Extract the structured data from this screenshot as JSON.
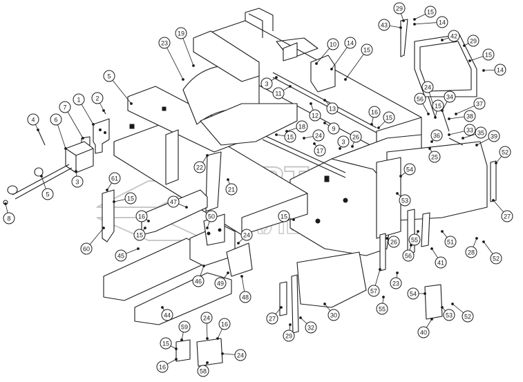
{
  "watermark": {
    "line1": "АВТО",
    "line2": "АЛЬЯНС"
  },
  "callouts": [
    {
      "id": "c1",
      "label": "29"
    },
    {
      "id": "c2",
      "label": "15"
    },
    {
      "id": "c3",
      "label": "14"
    },
    {
      "id": "c4",
      "label": "43"
    },
    {
      "id": "c5",
      "label": "42"
    },
    {
      "id": "c6",
      "label": "29"
    },
    {
      "id": "c7",
      "label": "15"
    },
    {
      "id": "c8",
      "label": "14"
    },
    {
      "id": "c9",
      "label": "19"
    },
    {
      "id": "c10",
      "label": "23"
    },
    {
      "id": "c11",
      "label": "10"
    },
    {
      "id": "c12",
      "label": "14"
    },
    {
      "id": "c13",
      "label": "15"
    },
    {
      "id": "c14",
      "label": "3"
    },
    {
      "id": "c15",
      "label": "11"
    },
    {
      "id": "c16",
      "label": "12"
    },
    {
      "id": "c17",
      "label": "13"
    },
    {
      "id": "c18",
      "label": "5"
    },
    {
      "id": "c19",
      "label": "1"
    },
    {
      "id": "c20",
      "label": "2"
    },
    {
      "id": "c21",
      "label": "7"
    },
    {
      "id": "c22",
      "label": "4"
    },
    {
      "id": "c23",
      "label": "6"
    },
    {
      "id": "c24",
      "label": "3"
    },
    {
      "id": "c25",
      "label": "5"
    },
    {
      "id": "c26",
      "label": "8"
    },
    {
      "id": "c27",
      "label": "24"
    },
    {
      "id": "c28",
      "label": "56"
    },
    {
      "id": "c29",
      "label": "15"
    },
    {
      "id": "c30",
      "label": "34"
    },
    {
      "id": "c31",
      "label": "37"
    },
    {
      "id": "c32",
      "label": "38"
    },
    {
      "id": "c33",
      "label": "16"
    },
    {
      "id": "c34",
      "label": "15"
    },
    {
      "id": "c35",
      "label": "18"
    },
    {
      "id": "c36",
      "label": "24"
    },
    {
      "id": "c37",
      "label": "9"
    },
    {
      "id": "c38",
      "label": "3"
    },
    {
      "id": "c39",
      "label": "26"
    },
    {
      "id": "c40",
      "label": "15"
    },
    {
      "id": "c41",
      "label": "17"
    },
    {
      "id": "c42",
      "label": "36"
    },
    {
      "id": "c43",
      "label": "33"
    },
    {
      "id": "c44",
      "label": "35"
    },
    {
      "id": "c45",
      "label": "39"
    },
    {
      "id": "c46",
      "label": "25"
    },
    {
      "id": "c47",
      "label": "52"
    },
    {
      "id": "c48",
      "label": "22"
    },
    {
      "id": "c49",
      "label": "21"
    },
    {
      "id": "c50",
      "label": "54"
    },
    {
      "id": "c51",
      "label": "53"
    },
    {
      "id": "c52",
      "label": "27"
    },
    {
      "id": "c53",
      "label": "61"
    },
    {
      "id": "c54",
      "label": "15"
    },
    {
      "id": "c55",
      "label": "47"
    },
    {
      "id": "c56",
      "label": "16"
    },
    {
      "id": "c57",
      "label": "15"
    },
    {
      "id": "c58",
      "label": "50"
    },
    {
      "id": "c59",
      "label": "60"
    },
    {
      "id": "c60",
      "label": "24"
    },
    {
      "id": "c61",
      "label": "45"
    },
    {
      "id": "c62",
      "label": "49"
    },
    {
      "id": "c63",
      "label": "46"
    },
    {
      "id": "c64",
      "label": "48"
    },
    {
      "id": "c65",
      "label": "44"
    },
    {
      "id": "c66",
      "label": "15"
    },
    {
      "id": "c67",
      "label": "26"
    },
    {
      "id": "c68",
      "label": "55"
    },
    {
      "id": "c69",
      "label": "56"
    },
    {
      "id": "c70",
      "label": "41"
    },
    {
      "id": "c71",
      "label": "51"
    },
    {
      "id": "c72",
      "label": "28"
    },
    {
      "id": "c73",
      "label": "52"
    },
    {
      "id": "c74",
      "label": "57"
    },
    {
      "id": "c75",
      "label": "23"
    },
    {
      "id": "c76",
      "label": "55"
    },
    {
      "id": "c77",
      "label": "54"
    },
    {
      "id": "c78",
      "label": "53"
    },
    {
      "id": "c79",
      "label": "52"
    },
    {
      "id": "c80",
      "label": "40"
    },
    {
      "id": "c81",
      "label": "27"
    },
    {
      "id": "c82",
      "label": "29"
    },
    {
      "id": "c83",
      "label": "32"
    },
    {
      "id": "c84",
      "label": "30"
    },
    {
      "id": "c85",
      "label": "24"
    },
    {
      "id": "c86",
      "label": "16"
    },
    {
      "id": "c87",
      "label": "59"
    },
    {
      "id": "c88",
      "label": "15"
    },
    {
      "id": "c89",
      "label": "16"
    },
    {
      "id": "c90",
      "label": "58"
    },
    {
      "id": "c91",
      "label": "24"
    }
  ]
}
